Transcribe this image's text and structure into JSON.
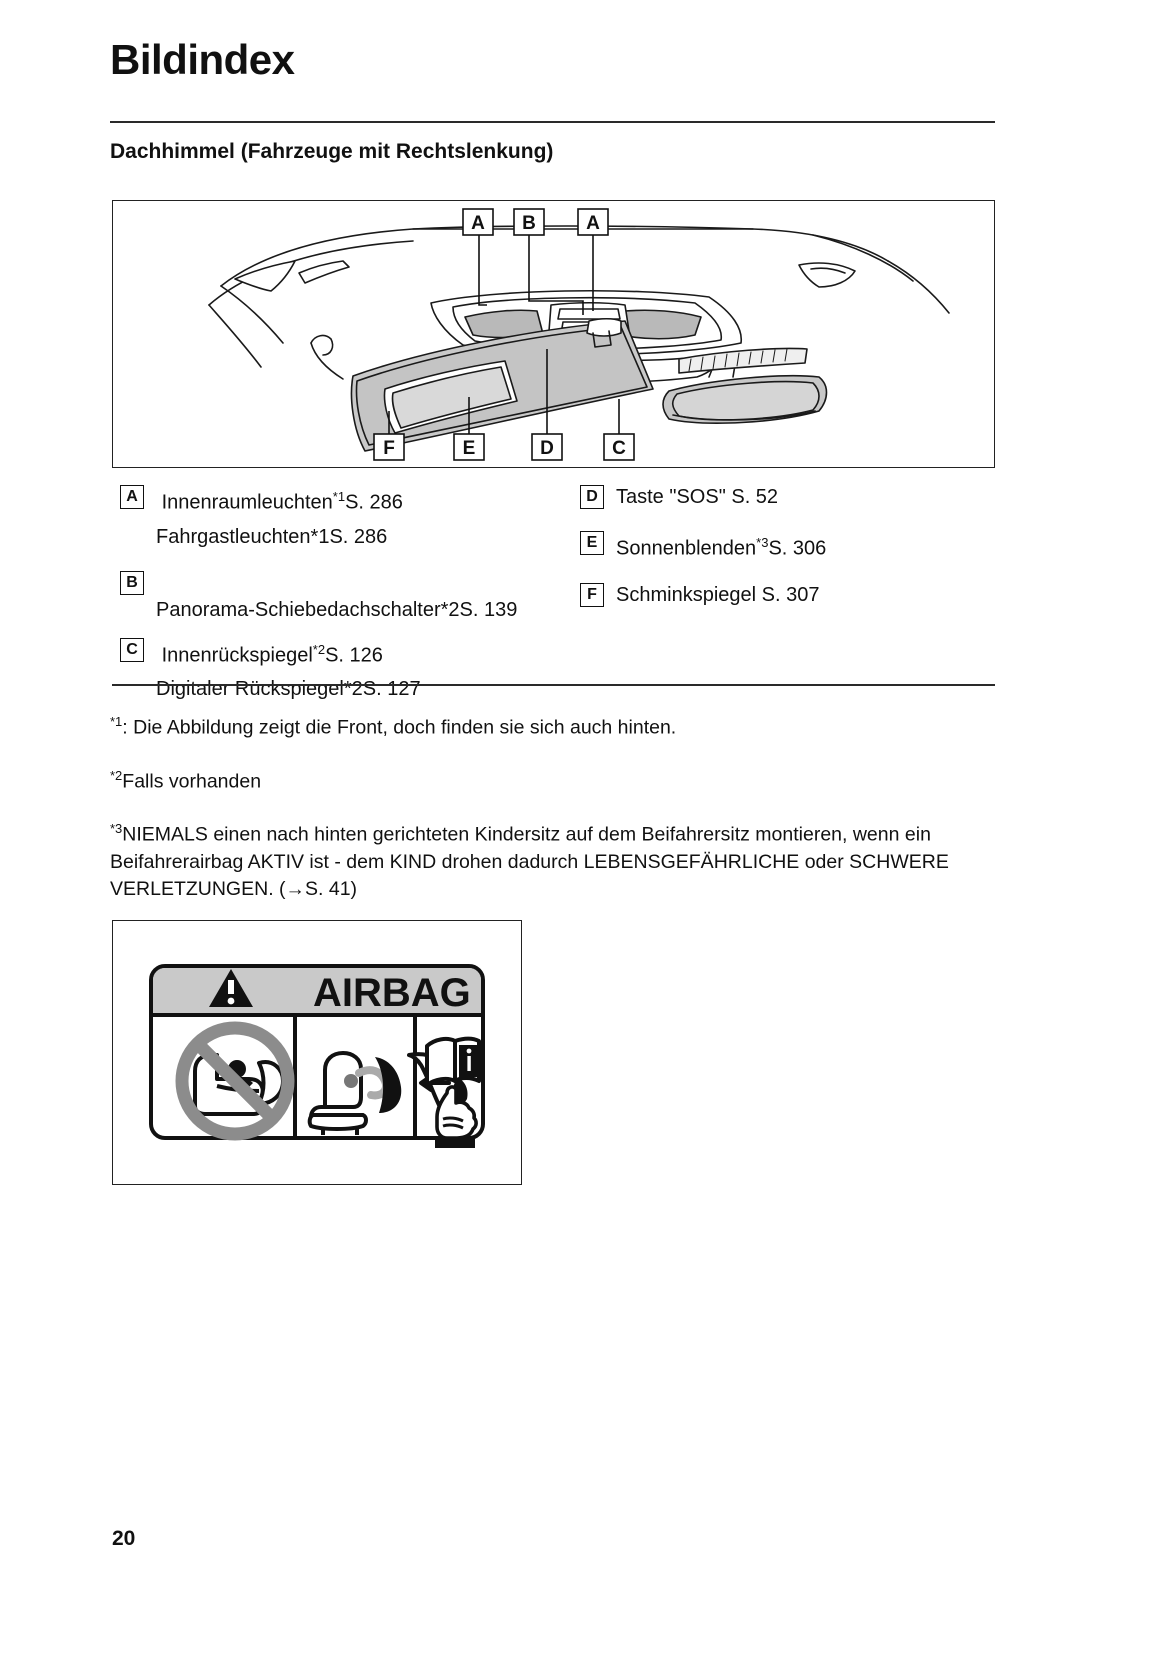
{
  "document": {
    "title": "Bildindex",
    "section_title": "Dachhimmel (Fahrzeuge mit Rechtslenkung)",
    "page_number": "20"
  },
  "figure": {
    "name": "dachhimmel-diagram",
    "callouts": [
      {
        "tag": "A",
        "position": "top-left"
      },
      {
        "tag": "B",
        "position": "top-center"
      },
      {
        "tag": "A",
        "position": "top-right"
      },
      {
        "tag": "F",
        "position": "bottom-1"
      },
      {
        "tag": "E",
        "position": "bottom-2"
      },
      {
        "tag": "D",
        "position": "bottom-3"
      },
      {
        "tag": "C",
        "position": "bottom-4"
      }
    ]
  },
  "legend": {
    "left": [
      {
        "tag": "A",
        "lines": [
          {
            "text": "Innenraumleuchten",
            "sup": "*1",
            "tail": "S. 286"
          },
          {
            "text": "Fahrgastleuchten",
            "sup": "*1",
            "tail": "S. 286"
          }
        ]
      },
      {
        "tag": "B",
        "lines": [
          {
            "text": "Panorama-Schiebedachschalter",
            "sup": "*2",
            "tail": "S. 139"
          }
        ]
      },
      {
        "tag": "C",
        "lines": [
          {
            "text": "Innenrückspiegel",
            "sup": "*2",
            "tail": "S. 126"
          },
          {
            "text": "Digitaler Rückspiegel",
            "sup": "*2",
            "tail": "S. 127"
          }
        ]
      }
    ],
    "right": [
      {
        "tag": "D",
        "lines": [
          {
            "text": "Taste \"SOS\" S. 52",
            "sup": "",
            "tail": ""
          }
        ]
      },
      {
        "tag": "E",
        "lines": [
          {
            "text": "Sonnenblenden",
            "sup": "*3",
            "tail": "S. 306"
          }
        ]
      },
      {
        "tag": "F",
        "lines": [
          {
            "text": "Schminkspiegel S. 307",
            "sup": "",
            "tail": ""
          }
        ]
      }
    ]
  },
  "footnotes": {
    "fn1_sup": "*1",
    "fn1_text": ": Die Abbildung zeigt die Front, doch finden sie sich auch hinten.",
    "fn2_sup": "*2",
    "fn2_text": "Falls vorhanden",
    "fn3_sup": "*3",
    "fn3_text": "NIEMALS einen nach hinten gerichteten Kindersitz auf dem Beifahrersitz montieren, wenn ein Beifahrerairbag AKTIV ist - dem KIND drohen dadurch LEBENSGEFÄHRLICHE oder SCHWERE VERLETZUNGEN. (→S. 41)"
  },
  "airbag_label": {
    "heading": "AIRBAG",
    "warning_icon": "warning-triangle-icon",
    "panels": [
      {
        "name": "no-rear-facing-child-seat-icon"
      },
      {
        "name": "airbag-deployment-icon"
      },
      {
        "name": "read-manual-icon"
      }
    ],
    "colors": {
      "header_band": "#c9c9c9",
      "prohibition_ring": "#8c8c8c",
      "ink": "#111111"
    }
  }
}
